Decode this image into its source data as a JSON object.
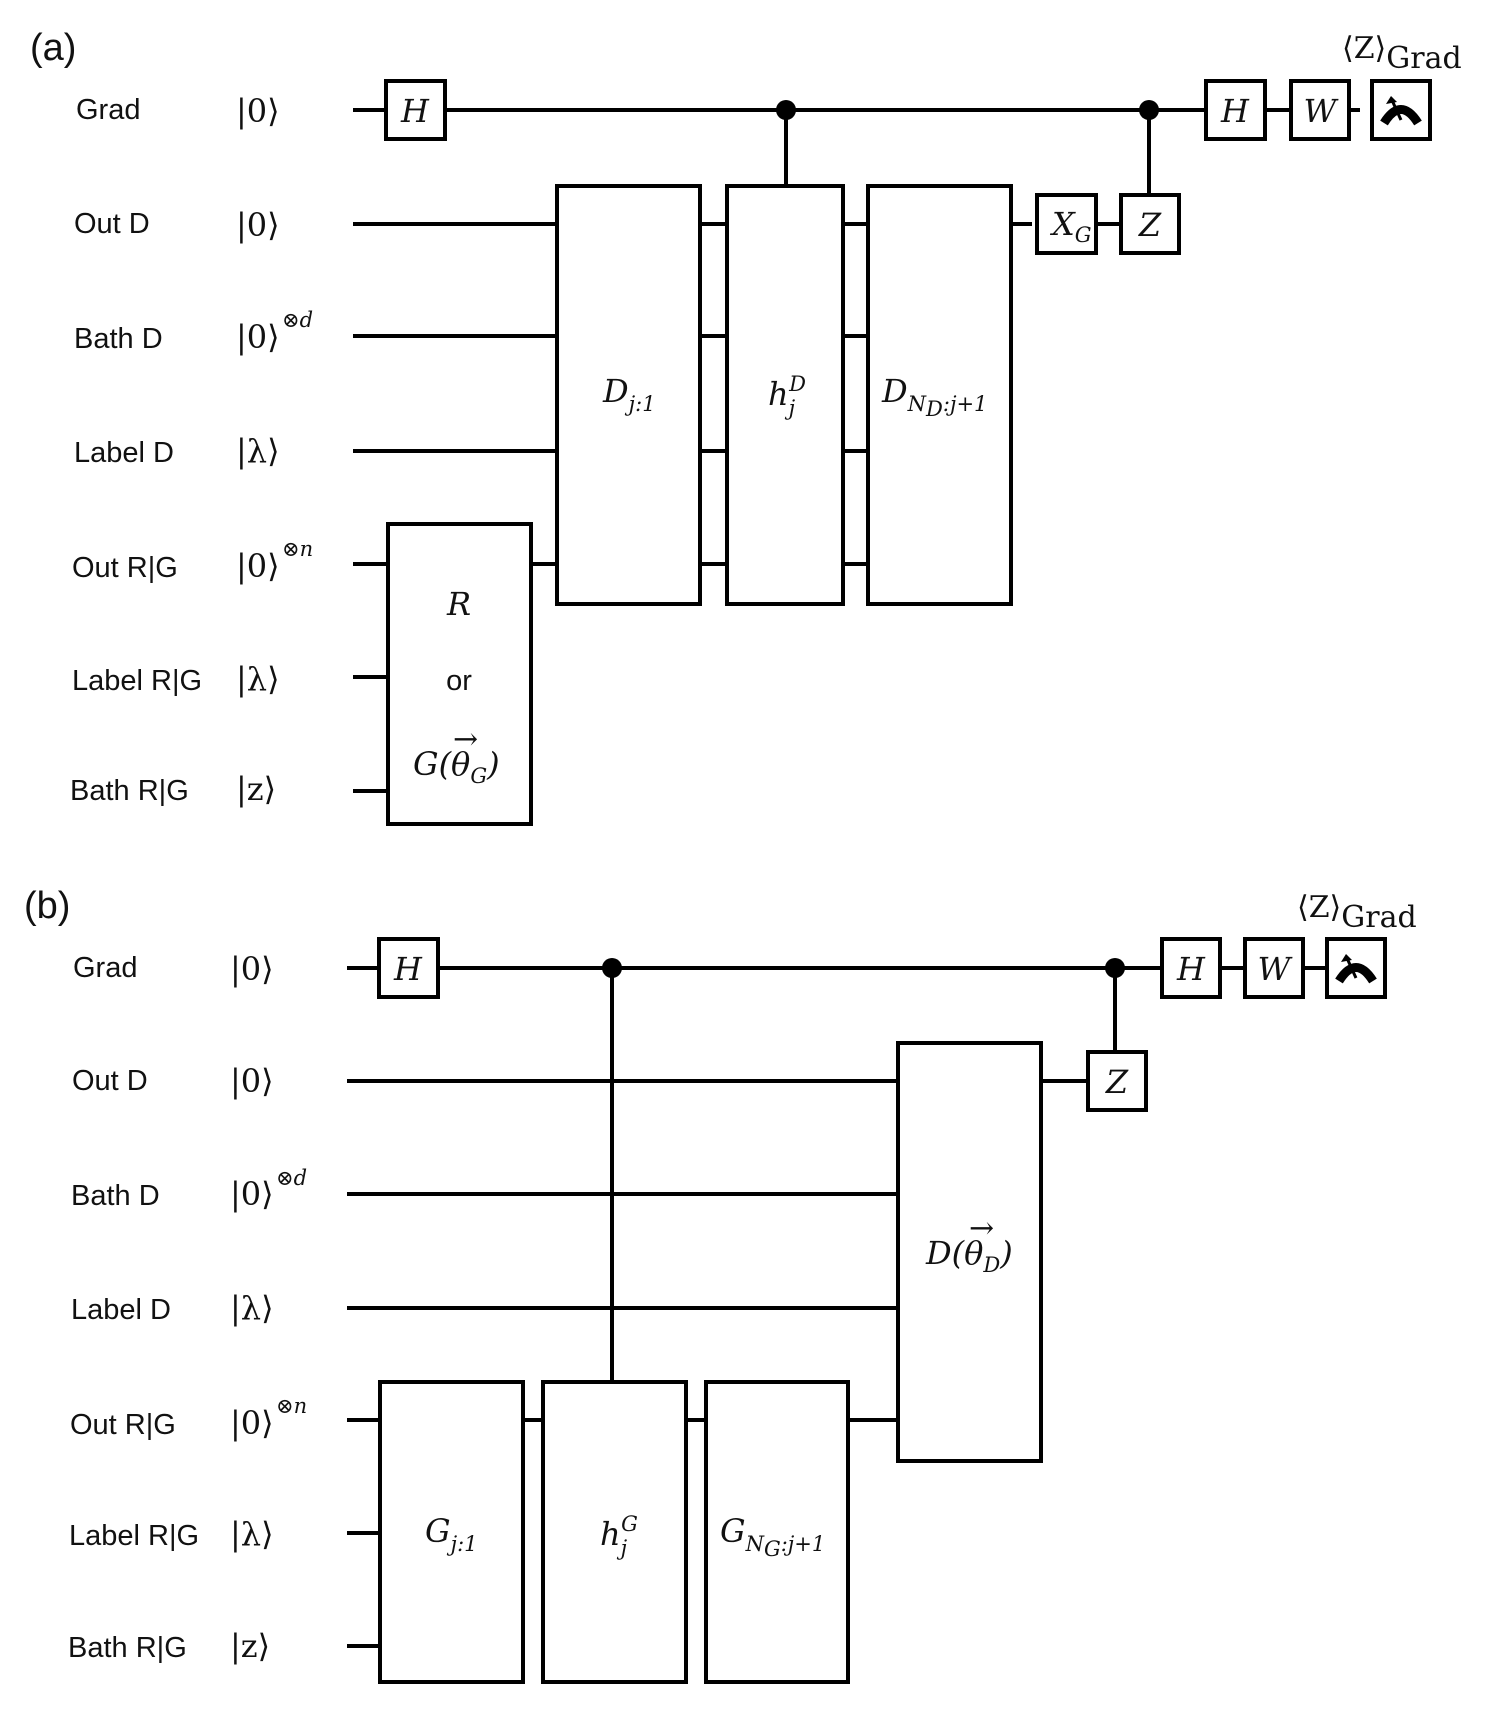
{
  "panel_a": {
    "tag": "(a)",
    "qubits": [
      {
        "label": "Grad",
        "ket": "|0⟩",
        "power": ""
      },
      {
        "label": "Out D",
        "ket": "|0⟩",
        "power": ""
      },
      {
        "label": "Bath D",
        "ket": "|0⟩",
        "power": "⊗d"
      },
      {
        "label": "Label D",
        "ket": "|λ⟩",
        "power": ""
      },
      {
        "label": "Out R|G",
        "ket": "|0⟩",
        "power": "⊗n"
      },
      {
        "label": "Label R|G",
        "ket": "|λ⟩",
        "power": ""
      },
      {
        "label": "Bath R|G",
        "ket": "|z⟩",
        "power": ""
      }
    ],
    "gates": {
      "h_first": "H",
      "d_j1": {
        "main": "D",
        "sub": "j:1"
      },
      "h_jD": {
        "main": "h",
        "sub": "j",
        "sup": "D"
      },
      "d_nd": {
        "main": "D",
        "sub": "N",
        "subsub": "D",
        "sub2": ":j+1"
      },
      "x_g": {
        "main": "X",
        "sub": "G"
      },
      "z": "Z",
      "h_last": "H",
      "w": "W",
      "r_or_g": {
        "line1": "R",
        "line2": "or",
        "line3": "G(θ",
        "line3_sub": "G",
        "line3_end": ")"
      }
    },
    "measurement_label": {
      "text": "⟨Z⟩",
      "sub": "Grad"
    }
  },
  "panel_b": {
    "tag": "(b)",
    "qubits": [
      {
        "label": "Grad",
        "ket": "|0⟩",
        "power": ""
      },
      {
        "label": "Out D",
        "ket": "|0⟩",
        "power": ""
      },
      {
        "label": "Bath D",
        "ket": "|0⟩",
        "power": "⊗d"
      },
      {
        "label": "Label D",
        "ket": "|λ⟩",
        "power": ""
      },
      {
        "label": "Out R|G",
        "ket": "|0⟩",
        "power": "⊗n"
      },
      {
        "label": "Label R|G",
        "ket": "|λ⟩",
        "power": ""
      },
      {
        "label": "Bath R|G",
        "ket": "|z⟩",
        "power": ""
      }
    ],
    "gates": {
      "h_first": "H",
      "g_j1": {
        "main": "G",
        "sub": "j:1"
      },
      "h_jG": {
        "main": "h",
        "sub": "j",
        "sup": "G"
      },
      "g_ng": {
        "main": "G",
        "sub": "N",
        "subsub": "G",
        "sub2": ":j+1"
      },
      "d_theta": {
        "main": "D(θ",
        "sub": "D",
        "end": ")"
      },
      "z": "Z",
      "h_last": "H",
      "w": "W"
    },
    "measurement_label": {
      "text": "⟨Z⟩",
      "sub": "Grad"
    }
  }
}
